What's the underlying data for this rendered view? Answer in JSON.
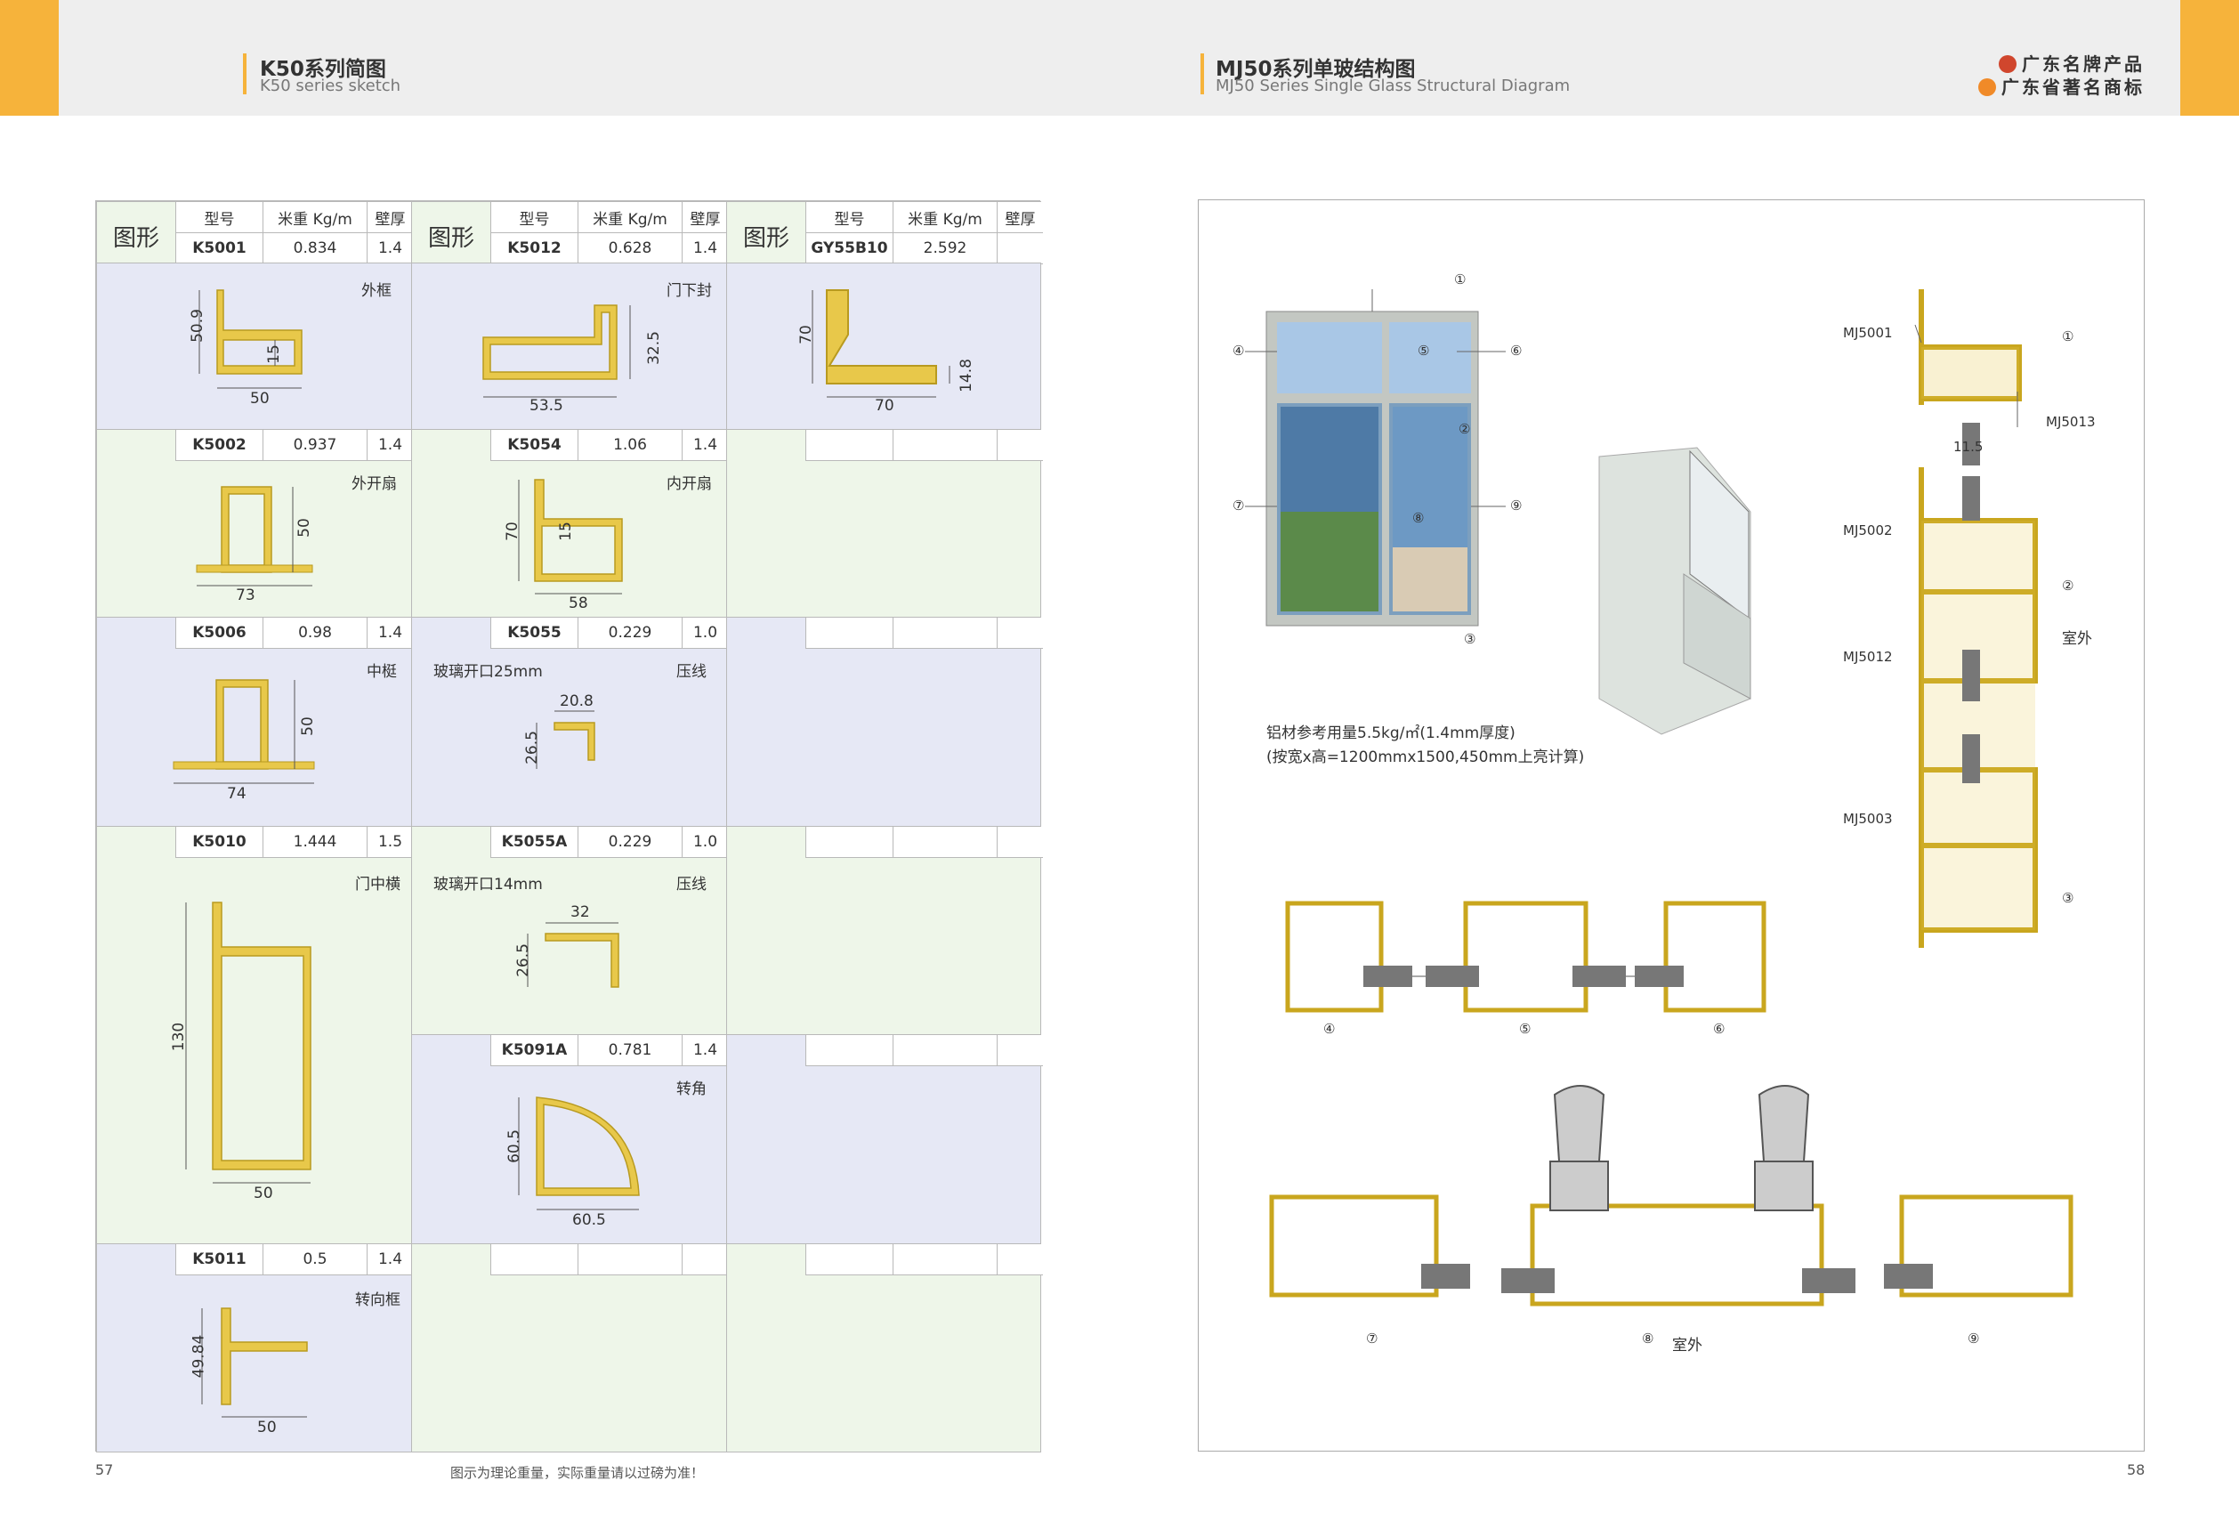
{
  "header": {
    "left_title": "K50系列简图",
    "left_subtitle": "K50 series sketch",
    "right_title": "MJ50系列单玻结构图",
    "right_subtitle": "MJ50 Series Single Glass Structural Diagram",
    "brand_1": "广东名牌产品",
    "brand_2": "广东省著名商标"
  },
  "table": {
    "col_shape": "图形",
    "col_model": "型号",
    "col_weight": "米重 Kg/m",
    "col_thickness": "壁厚",
    "profiles": [
      {
        "model": "K5001",
        "weight": "0.834",
        "thickness": "1.4",
        "name": "外框",
        "dims": [
          "50.9",
          "15",
          "50"
        ]
      },
      {
        "model": "K5012",
        "weight": "0.628",
        "thickness": "1.4",
        "name": "门下封",
        "dims": [
          "32.5",
          "53.5"
        ]
      },
      {
        "model": "GY55B10",
        "weight": "2.592",
        "thickness": "",
        "name": "",
        "dims": [
          "70",
          "14.8",
          "70"
        ]
      },
      {
        "model": "K5002",
        "weight": "0.937",
        "thickness": "1.4",
        "name": "外开扇",
        "dims": [
          "50",
          "73"
        ]
      },
      {
        "model": "K5054",
        "weight": "1.06",
        "thickness": "1.4",
        "name": "内开扇",
        "dims": [
          "70",
          "15",
          "58"
        ]
      },
      {
        "model": "K5006",
        "weight": "0.98",
        "thickness": "1.4",
        "name": "中梃",
        "dims": [
          "50",
          "74"
        ]
      },
      {
        "model": "K5055",
        "weight": "0.229",
        "thickness": "1.0",
        "name": "压线",
        "note": "玻璃开口25mm",
        "dims": [
          "20.8",
          "26.5"
        ]
      },
      {
        "model": "K5010",
        "weight": "1.444",
        "thickness": "1.5",
        "name": "门中横",
        "dims": [
          "130",
          "50"
        ]
      },
      {
        "model": "K5055A",
        "weight": "0.229",
        "thickness": "1.0",
        "name": "压线",
        "note": "玻璃开口14mm",
        "dims": [
          "32",
          "26.5"
        ]
      },
      {
        "model": "K5091A",
        "weight": "0.781",
        "thickness": "1.4",
        "name": "转角",
        "dims": [
          "60.5",
          "60.5"
        ]
      },
      {
        "model": "K5011",
        "weight": "0.5",
        "thickness": "1.4",
        "name": "转向框",
        "dims": [
          "49.84",
          "50"
        ]
      }
    ]
  },
  "diagram": {
    "circled": [
      "①",
      "②",
      "③",
      "④",
      "⑤",
      "⑥",
      "⑦",
      "⑧",
      "⑨"
    ],
    "usage_line1": "铝材参考用量5.5kg/㎡(1.4mm厚度)",
    "usage_line2": "(按宽x高=1200mmx1500,450mm上亮计算)",
    "section_labels": [
      "MJ5001",
      "MJ5013",
      "MJ5002",
      "MJ5012",
      "MJ5003"
    ],
    "dim_11_5": "11.5",
    "outdoor": "室外"
  },
  "footer": {
    "page_left": "57",
    "page_right": "58",
    "note": "图示为理论重量，实际重量请以过磅为准！"
  },
  "colors": {
    "accent": "#f6b33b",
    "profile": "#e8c84a",
    "blue_cell": "#e6e8f5",
    "green_cell": "#eef6e9"
  }
}
